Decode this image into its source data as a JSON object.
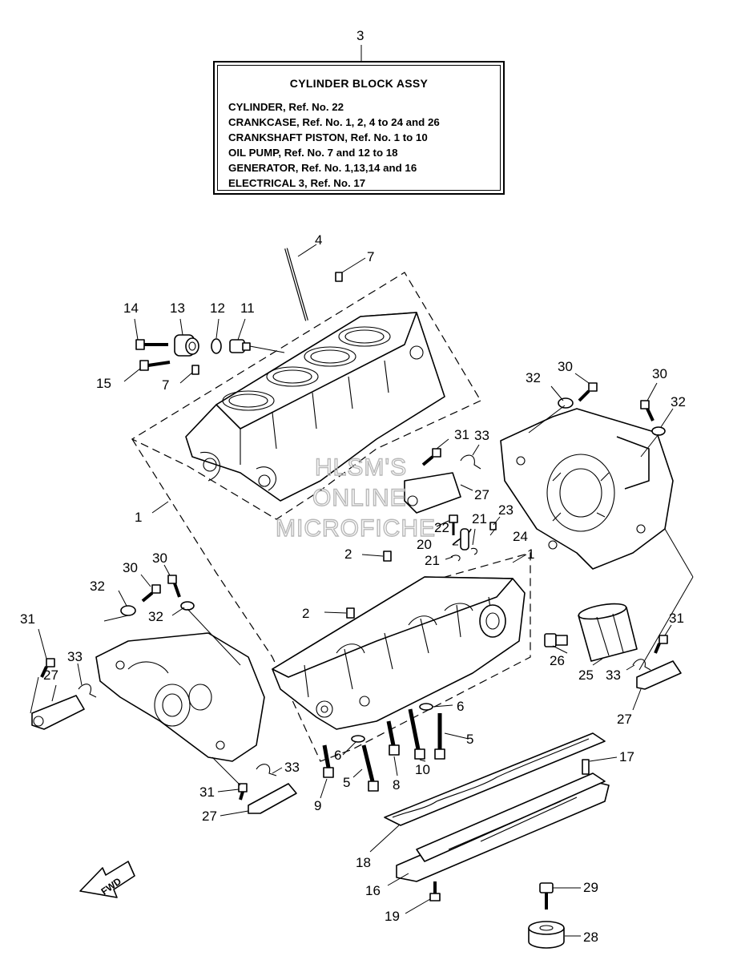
{
  "infobox": {
    "ref": "3",
    "title": "CYLINDER BLOCK ASSY",
    "lines": [
      "CYLINDER, Ref. No. 22",
      "CRANKCASE, Ref. No. 1, 2, 4 to 24 and 26",
      "CRANKSHAFT PISTON,  Ref. No. 1 to 10",
      "OIL PUMP, Ref. No. 7 and 12 to 18",
      "GENERATOR,  Ref. No. 1,13,14 and 16",
      "ELECTRICAL 3, Ref. No. 17"
    ]
  },
  "watermark": [
    "HLSM'S",
    "ONLINE",
    "MICROFICHE"
  ],
  "direction_label": "FWD",
  "callouts": {
    "c1a": "1",
    "c1b": "1",
    "c2a": "2",
    "c2b": "2",
    "c4": "4",
    "c5a": "5",
    "c5b": "5",
    "c6a": "6",
    "c6b": "6",
    "c7a": "7",
    "c7b": "7",
    "c8": "8",
    "c9": "9",
    "c10": "10",
    "c11": "11",
    "c12": "12",
    "c13": "13",
    "c14": "14",
    "c15": "15",
    "c16": "16",
    "c17": "17",
    "c18": "18",
    "c19": "19",
    "c20": "20",
    "c21a": "21",
    "c21b": "21",
    "c22": "22",
    "c23": "23",
    "c24": "24",
    "c25": "25",
    "c26": "26",
    "c27a": "27",
    "c27b": "27",
    "c27c": "27",
    "c27d": "27",
    "c28": "28",
    "c29": "29",
    "c30a": "30",
    "c30b": "30",
    "c30c": "30",
    "c30d": "30",
    "c31a": "31",
    "c31b": "31",
    "c31c": "31",
    "c31d": "31",
    "c32a": "32",
    "c32b": "32",
    "c32c": "32",
    "c32d": "32",
    "c33a": "33",
    "c33b": "33",
    "c33c": "33",
    "c33d": "33"
  }
}
